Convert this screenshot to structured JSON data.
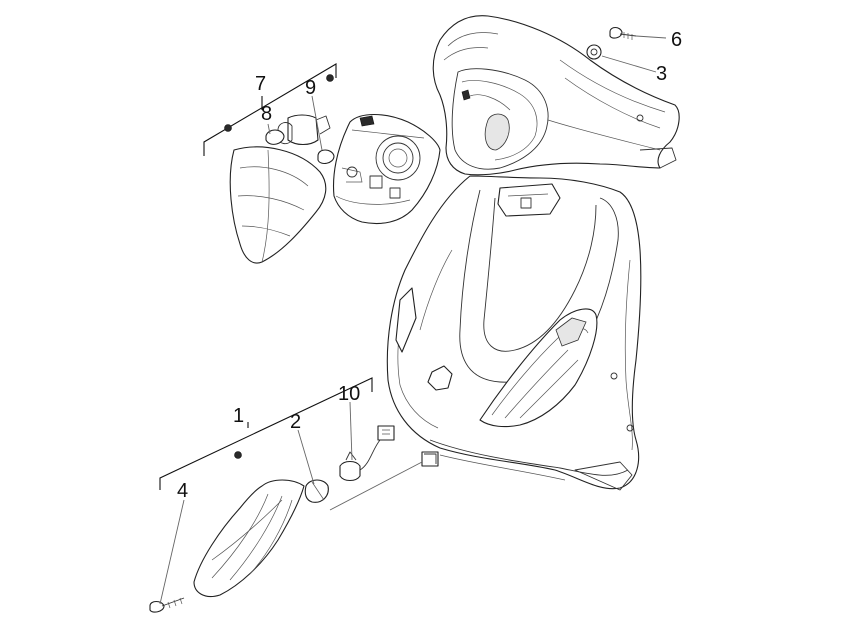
{
  "callouts": {
    "c1": "1",
    "c2": "2",
    "c3": "3",
    "c4": "4",
    "c6": "6",
    "c7": "7",
    "c8": "8",
    "c9": "9",
    "c10": "10"
  },
  "colors": {
    "line": "#111111",
    "background": "#ffffff"
  }
}
